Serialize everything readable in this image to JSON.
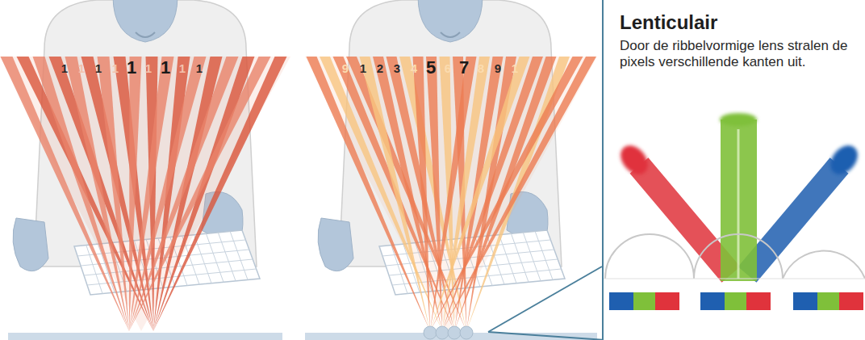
{
  "diagram": {
    "nodes": [
      {
        "text": [
          "Lenticulair",
          "Door de ribbelvormige lens stralen de pixels verschillende kanten uit."
        ]
      }
    ],
    "labels": [
      "1",
      "1",
      "1",
      "1",
      "1",
      "1",
      "1",
      "1",
      "1",
      "9",
      "1",
      "2",
      "3",
      "4",
      "5",
      "6",
      "7",
      "8",
      "9",
      "1"
    ]
  }
}
